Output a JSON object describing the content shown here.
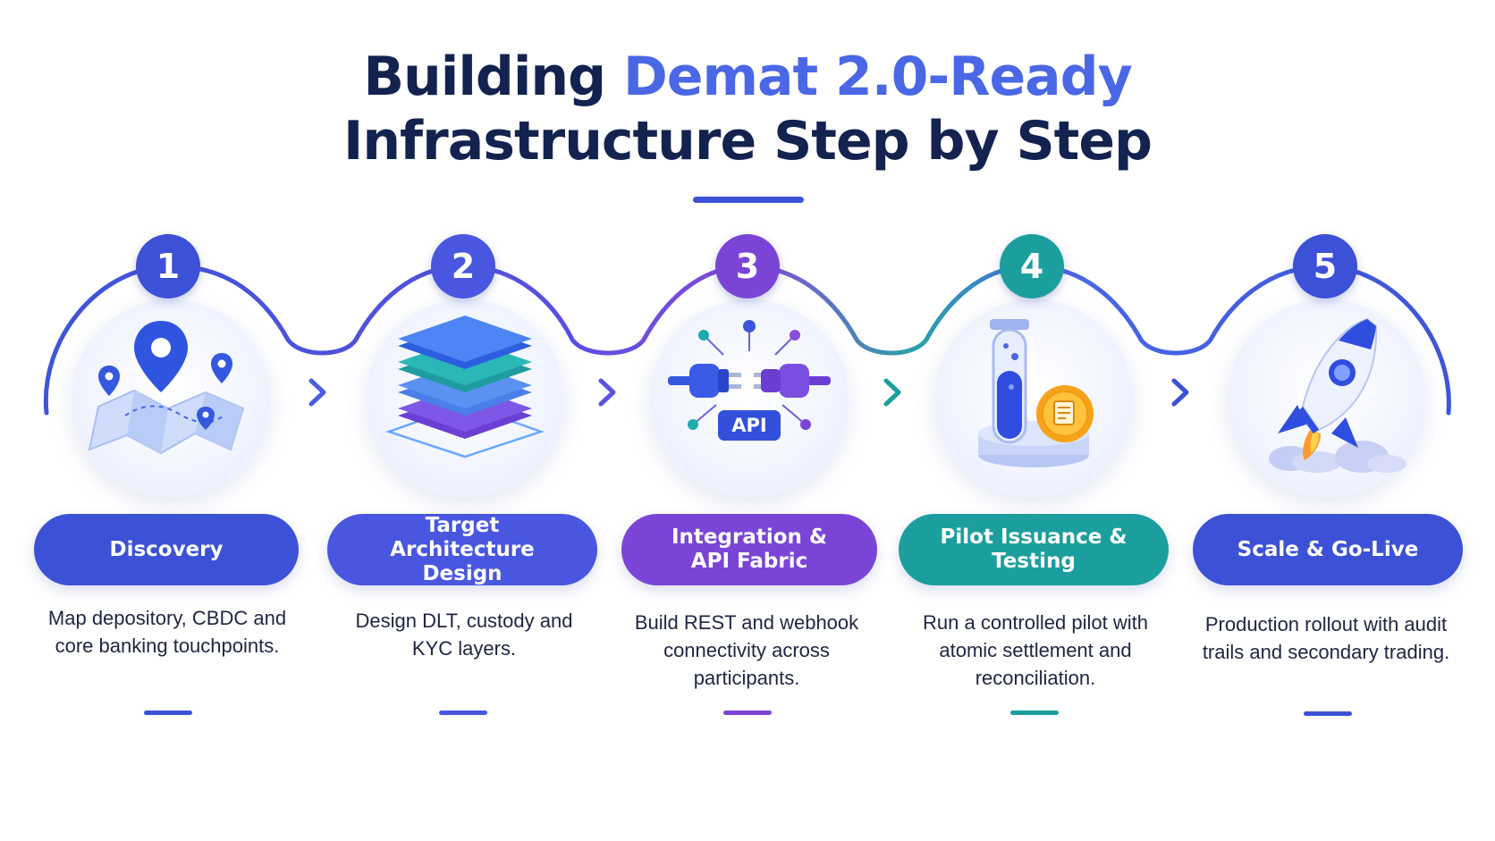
{
  "title": {
    "line1_plain": "Building ",
    "line1_accent": "Demat 2.0-Ready",
    "line2": "Infrastructure Step by Step"
  },
  "colors": {
    "navy": "#13224f",
    "accent": "#4a67e6",
    "blue": "#3c51d6",
    "indigo": "#4856e0",
    "purple": "#7a45d6",
    "teal": "#1d9e9e"
  },
  "steps": [
    {
      "number": "1",
      "label": "Discovery",
      "description": "Map depository, CBDC and core banking touchpoints.",
      "icon": "map-pin-icon",
      "color": "#3c51d6"
    },
    {
      "number": "2",
      "label": "Target Architecture Design",
      "description": "Design DLT, custody and KYC layers.",
      "icon": "layers-icon",
      "color": "#4856e0"
    },
    {
      "number": "3",
      "label": "Integration & API Fabric",
      "description": "Build REST and webhook connectivity across participants.",
      "icon": "plug-connector-icon",
      "icon_text": "API",
      "color": "#7a45d6"
    },
    {
      "number": "4",
      "label": "Pilot Issuance & Testing",
      "description": "Run a controlled pilot with atomic settlement and reconciliation.",
      "icon": "test-tube-icon",
      "color": "#1d9e9e"
    },
    {
      "number": "5",
      "label": "Scale & Go-Live",
      "description": "Production rollout with audit trails and secondary trading.",
      "icon": "rocket-icon",
      "color": "#3c51d6"
    }
  ]
}
